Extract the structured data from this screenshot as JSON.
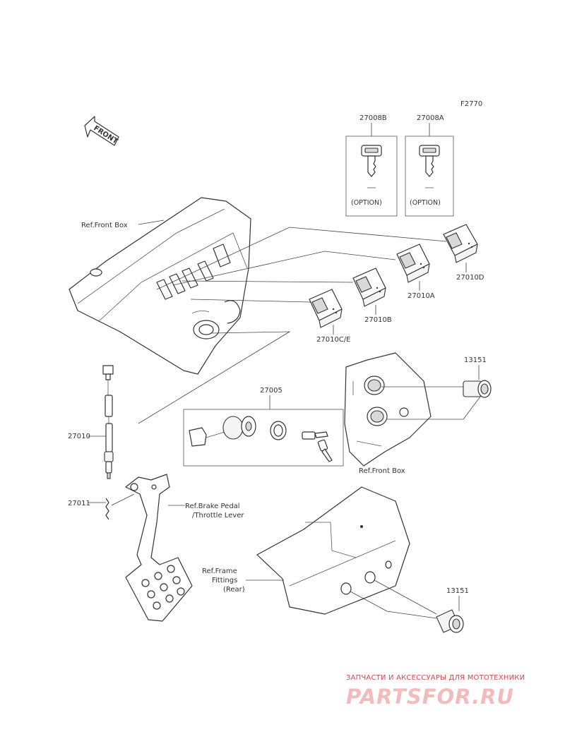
{
  "figure_code": "F2770",
  "front_arrow_text": "FRONT",
  "parts": {
    "key_b": "27008B",
    "key_a": "27008A",
    "option_b": "(OPTION)",
    "option_a": "(OPTION)",
    "switch_d": "27010D",
    "switch_a": "27010A",
    "switch_b": "27010B",
    "switch_ce": "27010C/E",
    "ignition_set": "27005",
    "socket_upper": "13151",
    "socket_lower": "13151",
    "brake_switch": "27010",
    "spring": "27011"
  },
  "refs": {
    "front_box_top": "Ref.Front Box",
    "front_box_right": "Ref.Front Box",
    "brake_line1": "Ref.Brake Pedal",
    "brake_line2": "/Throttle Lever",
    "frame_line1": "Ref.Frame",
    "frame_line2": "Fittings",
    "frame_line3": "(Rear)"
  },
  "watermark": {
    "tagline": "ЗАПЧАСТИ И АКСЕССУАРЫ ДЛЯ МОТОТЕХНИКИ",
    "logo": "PARTSFOR.RU"
  }
}
